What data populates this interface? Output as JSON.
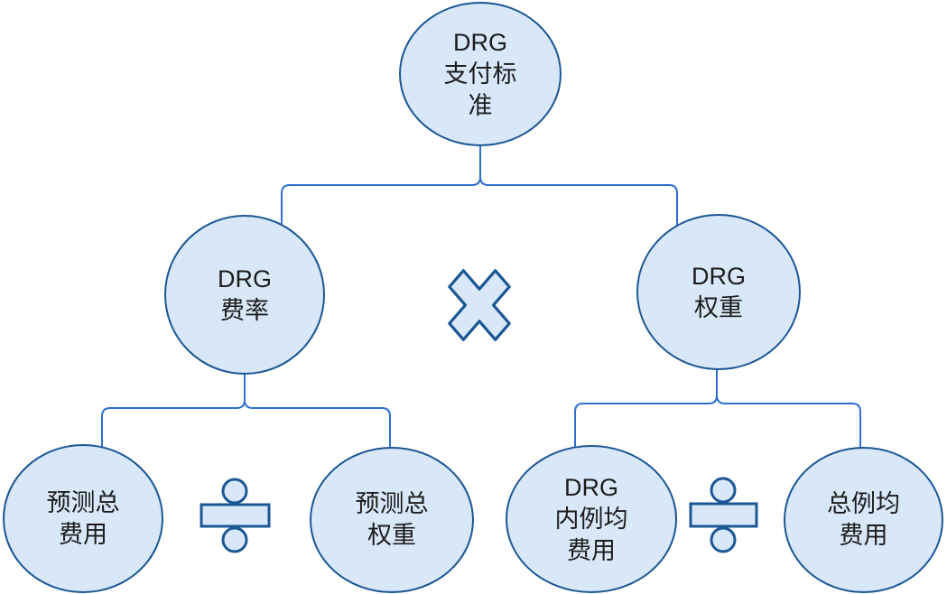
{
  "diagram": {
    "nodes": [
      {
        "id": "drg-payment-standard",
        "label": "DRG\n支付标\n准"
      },
      {
        "id": "drg-rate",
        "label": "DRG\n费率"
      },
      {
        "id": "drg-weight",
        "label": "DRG\n权重"
      },
      {
        "id": "predicted-total-cost",
        "label": "预测总\n费用"
      },
      {
        "id": "predicted-total-weight",
        "label": "预测总\n权重"
      },
      {
        "id": "drg-in-group-avg-cost",
        "label": "DRG\n内例均\n费用"
      },
      {
        "id": "overall-avg-cost",
        "label": "总例均\n费用"
      }
    ],
    "operators": [
      {
        "id": "multiply",
        "symbol": "×",
        "between": [
          "drg-rate",
          "drg-weight"
        ]
      },
      {
        "id": "divide-left",
        "symbol": "÷",
        "between": [
          "predicted-total-cost",
          "predicted-total-weight"
        ]
      },
      {
        "id": "divide-right",
        "symbol": "÷",
        "between": [
          "drg-in-group-avg-cost",
          "overall-avg-cost"
        ]
      }
    ],
    "structure": [
      {
        "parent": "drg-payment-standard",
        "children": [
          "drg-rate",
          "drg-weight"
        ]
      },
      {
        "parent": "drg-rate",
        "children": [
          "predicted-total-cost",
          "predicted-total-weight"
        ]
      },
      {
        "parent": "drg-weight",
        "children": [
          "drg-in-group-avg-cost",
          "overall-avg-cost"
        ]
      }
    ],
    "colors": {
      "node_fill": "#d9e8f8",
      "node_border": "#1b5796",
      "connector": "#2e6fd0",
      "operator_fill": "#d9e8f8",
      "operator_border": "#1c5795",
      "text": "#1c1c1c"
    }
  }
}
